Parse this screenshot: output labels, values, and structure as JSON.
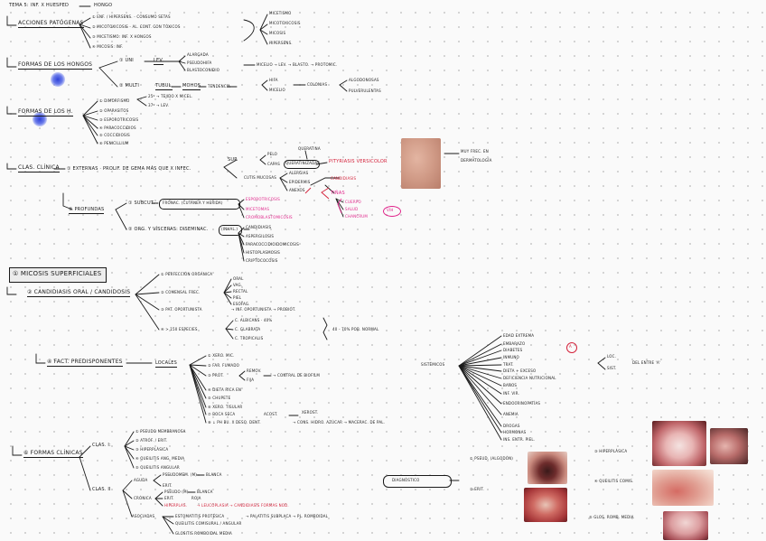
{
  "header": {
    "tema": "TEMA 5:",
    "tema_title": "INF. X HUESPED",
    "hongo": "HONGO"
  },
  "acciones": {
    "title": "ACCIONES PATÓGENAS",
    "items": [
      "① ENF. / HIPERSENS. - CONSUMO SETAS",
      "② MICOTOXICOSIS - AL. CONT. CON TÓXICOS",
      "③ MICETISMO: INF. X HONGOS",
      "④ MICOSIS: INF."
    ],
    "right": [
      "MICETISMO",
      "MICOTOXICOSIS",
      "MICOSIS",
      "HIPERSENS."
    ]
  },
  "formas_hongos": {
    "title": "FORMAS DE LOS HONGOS",
    "uni": "① UNI",
    "lev": "LEV.",
    "uni_branches": [
      "ALARGADA",
      "PSEUDOHIFA",
      "BLASTOCONIDIO"
    ],
    "micelio": "MICELIO → LEV. → BLASTO. → PROTOMIC.",
    "multi": "② MULTI",
    "tubul": "TUBUL.",
    "mohos": "MOHOS",
    "tendencia": "TENDENCIA",
    "hifas": "HIFA",
    "micelio2": "MICELIO",
    "colonias": "COLONIAS",
    "algodon": "ALGODONOSAS",
    "pulverul": "PULVERULENTAS"
  },
  "formas_h": {
    "title": "FORMAS DE LOS H.",
    "items": [
      "① DIMORFISMO",
      "② OPARASITOS",
      "③ ESPOROTRICOSIS",
      "④ PARACOCCIDIOS",
      "⑤ COCCIDIOSIS",
      "⑥ PENICILLIUM"
    ],
    "dim": [
      "25º → TEJIDO X MICEL.",
      "37º → LEV."
    ]
  },
  "clas_clinica": {
    "title": "CLAS. CLÍNICA",
    "externas": "① EXTERNAS · PROLIF. DE GEMA MÁS QUE X INFEC.",
    "sup": "SUP.",
    "pelo": "PELO",
    "capas": "CAPAS",
    "queratina": "QUERATINA",
    "queratinizadas": "QUERATINIZADAS",
    "pityriasis": "PITYRIASIS VERSICOLOR",
    "cutis": "CUTIS MUCOSAS",
    "alergias": "ALERGIAS",
    "epidermis": "EPIDERMIS",
    "anexos": "ANEXOS",
    "candid": "CANDIDIASIS",
    "tinas": "TIÑAS",
    "tinas_sub": [
      "CUERPO",
      "SALUD",
      "CHANCRUM"
    ],
    "muy": "MUY FREC. EN",
    "dermatologia": "DERMATOLOGÍA",
    "profundas": "② PROFUNDAS",
    "subcut": "① SUBCUT.",
    "fronac": "FRONAC. (CUTÁNEA Y HERIDA)",
    "esporo": [
      "ESPOROTRICOSIS",
      "MICETOMAS",
      "CROMOBLASTOMICOSIS"
    ],
    "org": "② ORG. Y VÍSCERAS: DISEMINAC.",
    "inhal": "(INHAL.)",
    "org_list": [
      "CANDIDIASIS",
      "ASPERGILOSIS",
      "PARACOCCIDIOIDOMICOSIS",
      "HISTOPLASMOSIS",
      "CRIPTOCOCOSIS"
    ],
    "vih": "VIH"
  },
  "micosis_sup": {
    "title": "① MICOSIS SUPERFICIALES",
    "candid": "② CANDIDIASIS ORAL / CANDIDOSIS",
    "items": [
      "① PERFECCIÓN ORGÁNICA",
      "② COMENSAL FREC.",
      "③ PAT. OPORTUNISTA",
      "④ > 150 ESPECIES"
    ],
    "comensal": [
      "ORAL",
      "VAG.",
      "RECTAL",
      "PIEL",
      "ESÓFAG."
    ],
    "oportunista": "→ INF. OPORTUNISTA → PROBIÓT.",
    "especies": [
      "C. ALBICANS · 40%",
      "C. GLABRATA",
      "C. TROPICALIS"
    ],
    "pob": "40 - 70% POB. NORMAL"
  },
  "factores": {
    "title": "④ FACT. PREDISPONENTES",
    "locales": "LOCALES",
    "items": [
      "① XERO. MIC.",
      "② FAR. FUMADO",
      "③ PRÓT.",
      "④ DIETA RICA EN",
      "⑤ CHUPETE",
      "⑥ XERO. TISULAR",
      "⑦ BOCA SECA",
      "⑧ ↓ PH BU. X DESQ. DENT."
    ],
    "prot_sub": [
      "REMOV.",
      "FIJA"
    ],
    "biofilm": "→ CONTRAL DE BIOFILM",
    "boca": "ACOST.",
    "xerost": "XEROST.",
    "ph": "→ CONS. HIDRO. AZÚCAR → MACERAC. DE PAL.",
    "sistemicos": "SISTÉMICOS",
    "sist_list": [
      "EDAD EXTREMA",
      "EMBARAZO",
      "DIABETES",
      "INMUNO",
      "TRAT.",
      "DIETA + EXCESO",
      "DEFICIENCIA NUTRICIONAL",
      "BAÑOS",
      "INF. VIR.",
      "ENDOCRINOPATÍAS",
      "ANEMIA",
      "DROGAS",
      "HORMONAS",
      "INS. ENTR. PIEL."
    ],
    "loc": "LOC.",
    "sist": "SIST.",
    "del_entre": "DEL ENTRE 'A'",
    "a": "A"
  },
  "formas_clinicas": {
    "title": "⑥ FORMAS CLÍNICAS",
    "clas1": "CLAS. I:",
    "clas1_items": [
      "① PSEUDO MEMBRANOSA",
      "② ATRÓF. / ERIT.",
      "③ HIPERPLÁSICA",
      "④ QUEILITIS ANG. MEDIA",
      "⑤ QUEILITIS ANGULAR"
    ],
    "clas2": "CLAS. II",
    "aguda": "AGUDA",
    "aguda_sub": [
      "PSEUDOMEM. (M)",
      "ERIT."
    ],
    "blanca": "BLANCA",
    "roja": "ROJA",
    "cronica": "CRÓNICA",
    "cronica_sub": [
      "PSEUDO (M)",
      "ERIT.",
      "HIPERPLAS."
    ],
    "leucoplasia": "→ LEUCOPLASIA → CANDIDIASIS FORMAS NOD.",
    "asociadas": "ASOCIADAS",
    "asoc_list": [
      "ESTOMATITIS PROTÉSICA",
      "QUEILITIS COMISURAL / ANGULAR",
      "GLOSITIS ROMBOIDAL MEDIA"
    ],
    "asoc_extra": "→ PALATITIS SUBPLACA → PL. ROMBOIDAL",
    "diagnostico": "DIAGNÓSTICO",
    "pseudo": "① PSEUD. (ALGODÓN)",
    "erit": "② ERIT.",
    "hiperplasica": "③ HIPERPLÁSICA",
    "queilitis": "④ QUEILITIS COMIS.",
    "glositis": "⑤ GLOS. ROMB. MEDIA"
  },
  "colors": {
    "ink": "#1a1a1a",
    "red": "#d4213a",
    "pink": "#e0248a",
    "highlight": "#3a4de0"
  }
}
